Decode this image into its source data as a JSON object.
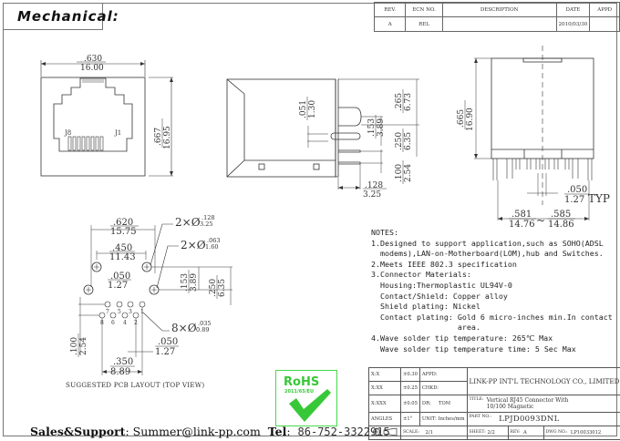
{
  "header": {
    "title": "Mechanical:"
  },
  "revision_table": {
    "headers": [
      "REV.",
      "ECN NO.",
      "DESCRIPTION",
      "DATE",
      "APPD"
    ],
    "rows": [
      [
        "A",
        "REL",
        "",
        "2010/03/30",
        ""
      ]
    ]
  },
  "front_view": {
    "width_in": ".630",
    "width_mm": "16.00",
    "height_in": ".667",
    "height_mm": "16.95",
    "pin_left": "J8",
    "pin_right": "J1"
  },
  "side_view": {
    "d1_in": ".051",
    "d1_mm": "1.30",
    "d2_in": ".265",
    "d2_mm": "6.73",
    "d3_in": ".153",
    "d3_mm": "3.89",
    "d4_in": ".250",
    "d4_mm": "6.35",
    "d5_in": ".100",
    "d5_mm": "2.54",
    "d6_in": ".128",
    "d6_mm": "3.25"
  },
  "rear_view": {
    "height_in": ".665",
    "height_mm": "16.90",
    "pitch_in": ".050",
    "pitch_mm": "1.27",
    "pitch_suffix": "TYP",
    "span_min_in": ".581",
    "span_min_mm": "14.76",
    "span_sep": "~",
    "span_max_in": ".585",
    "span_max_mm": "14.86"
  },
  "pcb_layout": {
    "d_outer_in": ".620",
    "d_outer_mm": "15.75",
    "d_inner_in": ".450",
    "d_inner_mm": "11.43",
    "pitch_in": ".050",
    "pitch_mm": "1.27",
    "hole1_prefix": "2×Ø",
    "hole1_in": ".128",
    "hole1_mm": "3.25",
    "hole2_prefix": "2×Ø",
    "hole2_in": ".063",
    "hole2_mm": "1.60",
    "hole3_prefix": "8×Ø",
    "hole3_in": ".035",
    "hole3_mm": "0.89",
    "v1_in": ".153",
    "v1_mm": "3.89",
    "v2_in": ".250",
    "v2_mm": "6.35",
    "row_in": ".100",
    "row_mm": "2.54",
    "pitch2_in": ".050",
    "pitch2_mm": "1.27",
    "span_in": ".350",
    "span_mm": "8.89",
    "pins_top": [
      "7",
      "5",
      "3",
      "1"
    ],
    "pins_bottom": [
      "8",
      "6",
      "4",
      "2"
    ],
    "caption": "SUGGESTED PCB LAYOUT (TOP VIEW)"
  },
  "notes": {
    "title": "NOTES:",
    "lines": [
      "1.Designed to support application,such as SOHO(ADSL",
      "  modems),LAN-on-Motherboard(LOM),hub and Switches.",
      "2.Meets IEEE 802.3 specification",
      "3.Connector Materials:",
      "  Housing:Thermoplastic UL94V-0",
      "  Contact/Shield: Copper alloy",
      "  Shield plating: Nickel",
      "  Contact plating: Gold 6 micro-inches min.In contact",
      "                   area.",
      "4.Wave solder tip temperature: 265℃ Max",
      "  Wave solder tip temperature time: 5 Sec Max"
    ]
  },
  "rohs": {
    "label": "RoHS",
    "directive": "2011/65/EU",
    "color": "#37c837"
  },
  "title_block": {
    "tol": [
      {
        "label": "X:X",
        "value": "±0.30"
      },
      {
        "label": "X:XX",
        "value": "±0.25"
      },
      {
        "label": "X:XXX",
        "value": "±0.05"
      },
      {
        "label": "ANGLES",
        "value": "±1°"
      }
    ],
    "appd_label": "APPD:",
    "chkd_label": "CHKD:",
    "dr_label": "DR:",
    "dr_value": "TOM",
    "unit_label": "UNIT: Inches/mm",
    "company": "LINK-PP INT'L TECHNOLOGY CO., LIMITED",
    "title_label": "TITLE:",
    "title_value": "Vertical RJ45 Connector With 10/100 Magnetic",
    "part_label": "PART NO.:",
    "part_value": "LPJD0093DNL",
    "scale_label": "SCALE:",
    "scale_value": "2/1",
    "sheet_label": "SHEET:",
    "sheet_value": "2/2",
    "rev_label": "REV:",
    "rev_value": "A",
    "dwg_label": "DWG NO.:",
    "dwg_value": "LP10033012"
  },
  "footer": {
    "sales_label": "Sales&Support",
    "email": "Summer@link-pp.com",
    "tel_label": "Tel",
    "tel": "86-752-3322915"
  }
}
